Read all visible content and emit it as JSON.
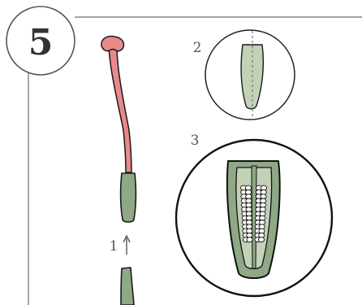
{
  "figure": {
    "step_number": "5",
    "labels": {
      "label_1": "1",
      "label_2": "2",
      "label_3": "3"
    }
  },
  "colors": {
    "frame_line": "#6e6e6e",
    "pistil_style": "#e8898a",
    "ovary_fill": "#8fa885",
    "ovary_light": "#c3d1b6",
    "outline": "#1a1a1a",
    "ovules": "#ffffff",
    "circle_stroke": "#222222"
  },
  "icons": {
    "arrow": "up-arrow-icon"
  }
}
